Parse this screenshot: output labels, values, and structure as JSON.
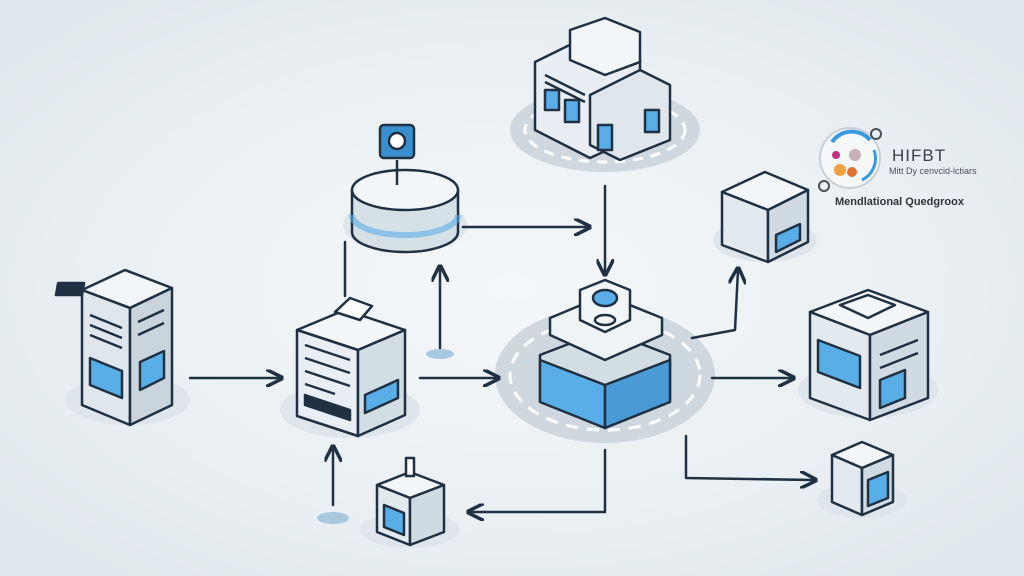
{
  "legend": {
    "title": "HIFBT",
    "subtitle": "Mitt Dy cenvcid-lctiars",
    "caption": "Mendlational Quedgroox"
  },
  "colors": {
    "line": "#1f3142",
    "screen": "#5aaee8",
    "body": "#e8eef3",
    "shadow": "#cfd8df"
  }
}
